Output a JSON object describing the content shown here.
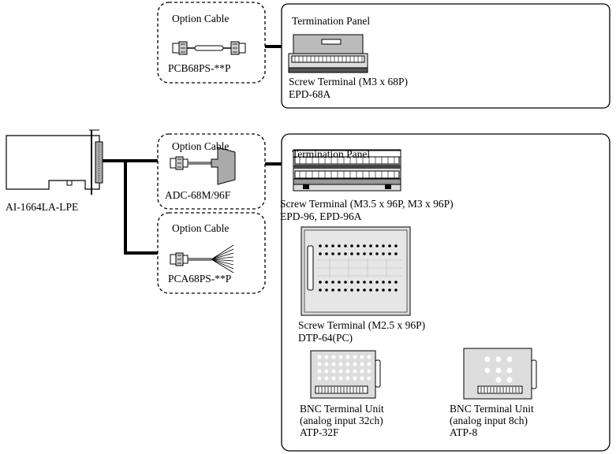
{
  "board": {
    "name": "AI-1664LA-LPE"
  },
  "option_cables": [
    {
      "title": "Option Cable",
      "model": "PCB68PS-**P"
    },
    {
      "title": "Option Cable",
      "model": "ADC-68M/96F"
    },
    {
      "title": "Option Cable",
      "model": "PCA68PS-**P"
    }
  ],
  "panel_top": {
    "title": "Termination Panel",
    "items": [
      {
        "desc": "Screw Terminal (M3 x 68P)",
        "model": "EPD-68A"
      }
    ]
  },
  "panel_bottom": {
    "title": "Termination Panel",
    "items": [
      {
        "desc": "Screw Terminal (M3.5 x 96P, M3 x 96P)",
        "model": "EPD-96, EPD-96A"
      },
      {
        "desc": "Screw Terminal (M2.5 x 96P)",
        "model": "DTP-64(PC)"
      },
      {
        "desc": "BNC Terminal Unit",
        "sub": "(analog input 32ch)",
        "model": "ATP-32F"
      },
      {
        "desc": "BNC Terminal Unit",
        "sub": "(analog input 8ch)",
        "model": "ATP-8"
      }
    ]
  }
}
